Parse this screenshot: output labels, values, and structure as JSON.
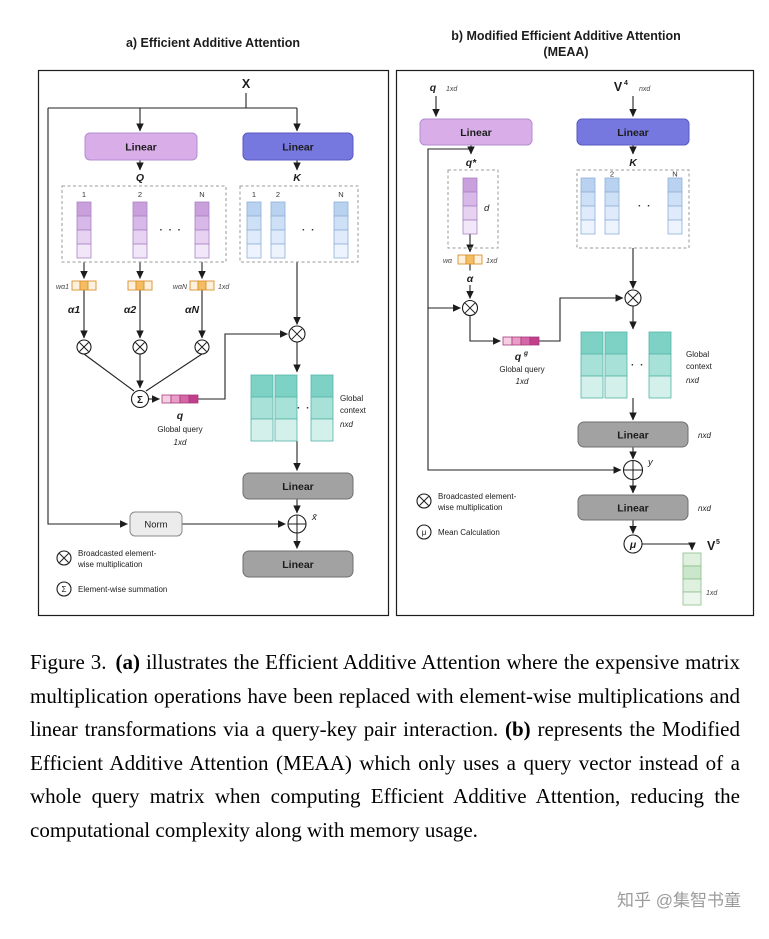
{
  "panel_a": {
    "title": "a) Efficient Additive Attention",
    "input_label": "X",
    "linear_q": "Linear",
    "linear_k": "Linear",
    "q_label": "Q",
    "k_label": "K",
    "q_cols": [
      "1",
      "2",
      "N"
    ],
    "k_cols": [
      "1",
      "2",
      "N"
    ],
    "q_dots": "· · ·",
    "k_dots": "· ·",
    "w1_label": "wα1",
    "wN_label": "wαN",
    "w_dim": "1xd",
    "alpha1": "α1",
    "alpha2": "α2",
    "alphaN": "αN",
    "sum_symbol": "Σ",
    "global_query_symbol": "q",
    "global_query_label": "Global query",
    "global_query_dim": "1xd",
    "global_context_line1": "Global",
    "global_context_line2": "context",
    "global_context_dim": "nxd",
    "gc_dots": "· ·",
    "linear_mid": "Linear",
    "norm_label": "Norm",
    "xbar_label": "x̄",
    "linear_out": "Linear",
    "legend_multiply_line1": "Broadcasted element-",
    "legend_multiply_line2": "wise multiplication",
    "legend_sum_symbol": "Σ",
    "legend_sum_text": "Element-wise summation"
  },
  "panel_b": {
    "title_line1": "b) Modified Efficient Additive Attention",
    "title_line2": "(MEAA)",
    "q_input": "q",
    "q_input_dim": "1xd",
    "v_input": "V",
    "v_input_sup": "4",
    "v_input_dim": "nxd",
    "linear_q": "Linear",
    "linear_k": "Linear",
    "q_star": "q*",
    "k_label": "K",
    "d_label": "d",
    "k_cols": [
      "2",
      "N"
    ],
    "k_dots": "· ·",
    "w_label": "wα",
    "w_dim": "1xd",
    "alpha": "α",
    "global_query_symbol": "q",
    "global_query_sup": "g",
    "global_query_label": "Global query",
    "global_query_dim": "1xd",
    "global_context_line1": "Global",
    "global_context_line2": "context",
    "global_context_dim": "nxd",
    "gc_dots": "· ·",
    "linear_mid": "Linear",
    "linear_mid_dim": "nxd",
    "y_label": "y",
    "linear_out": "Linear",
    "linear_out_dim": "nxd",
    "mean_symbol": "μ",
    "v_output": "V",
    "v_output_sup": "5",
    "v_output_dim": "1xd",
    "legend_multiply_line1": "Broadcasted element-",
    "legend_multiply_line2": "wise multiplication",
    "legend_mean_symbol": "μ",
    "legend_mean_text": "Mean Calculation"
  },
  "caption": {
    "prefix": "Figure 3.",
    "part_a_marker": "(a)",
    "part_a_text": " illustrates the Efficient Additive Attention where the expensive matrix multiplication operations have been replaced with element-wise multiplications and linear transformations via a query-key pair interaction. ",
    "part_b_marker": "(b)",
    "part_b_text": " represents the Modified Efficient Additive Attention (MEAA) which only uses a query vector instead of a whole query matrix when computing Efficient Additive Attention, reducing the computational complexity along with memory usage."
  },
  "watermark": "知乎 @集智书童",
  "colors": {
    "linear_light_purple": "#d9aee8",
    "linear_blue_violet": "#7678e0",
    "linear_gray": "#a2a2a2",
    "norm_gray": "#ececec",
    "query_matrix_purple": "#c9a0dc",
    "key_matrix_blue": "#b9d2f0",
    "context_teal": "#7dd2c5",
    "weight_orange": "#f5bd62",
    "query_pink": "#d667a6",
    "output_green": "#dff0df"
  }
}
